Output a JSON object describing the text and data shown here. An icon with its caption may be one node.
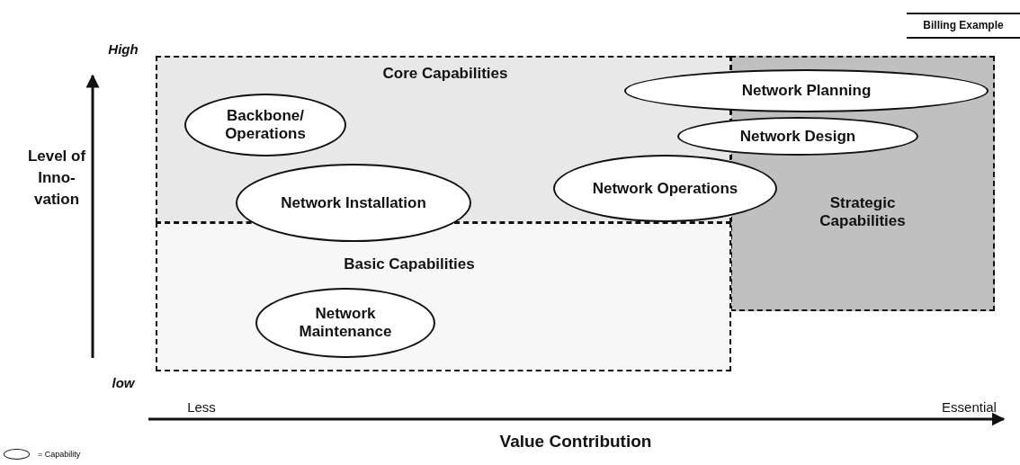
{
  "diagram": {
    "nodes": [
      {
        "text": [
          "Core Capabilities"
        ]
      },
      {
        "text": [
          "Backbone/ Operations"
        ],
        "in": 0
      },
      {
        "text": [
          "Network Planning"
        ]
      },
      {
        "text": [
          "Network Design"
        ]
      },
      {
        "text": [
          "Network Installation"
        ]
      },
      {
        "text": [
          "Network Operations"
        ]
      },
      {
        "text": [
          "Strategic Capabilities"
        ]
      },
      {
        "text": [
          "Basic Capabilities"
        ]
      },
      {
        "text": [
          "Network Maintenance"
        ],
        "in": 7
      }
    ],
    "labels": [
      "Billing Example",
      "High",
      "Level of Inno- vation",
      "low",
      "Less",
      "Essential",
      "Value Contribution"
    ],
    "legend": [
      {
        "text": "= Capability"
      }
    ]
  }
}
